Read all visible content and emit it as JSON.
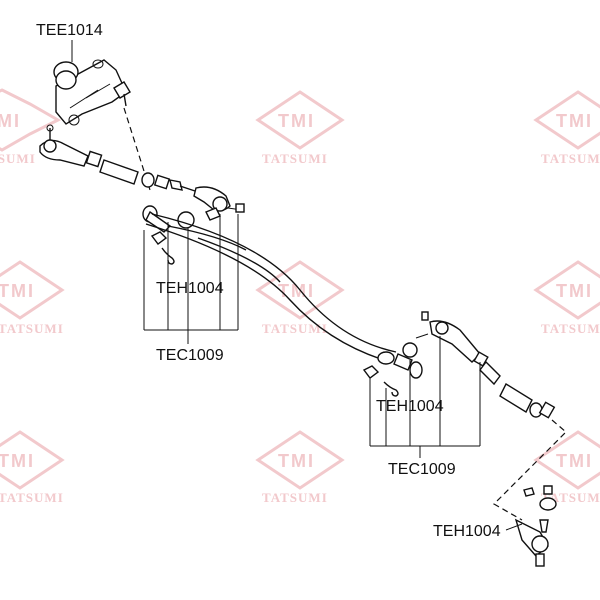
{
  "watermark": {
    "logo": "TMI",
    "brand": "TATSUMI",
    "color": "#f2c9cc"
  },
  "labels": {
    "idler_arm": "TEE1014",
    "cotter_upper": "TEH1004",
    "tie_rod_upper": "TEC1009",
    "cotter_lower": "TEH1004",
    "tie_rod_lower": "TEC1009",
    "cotter_right": "TEH1004"
  }
}
